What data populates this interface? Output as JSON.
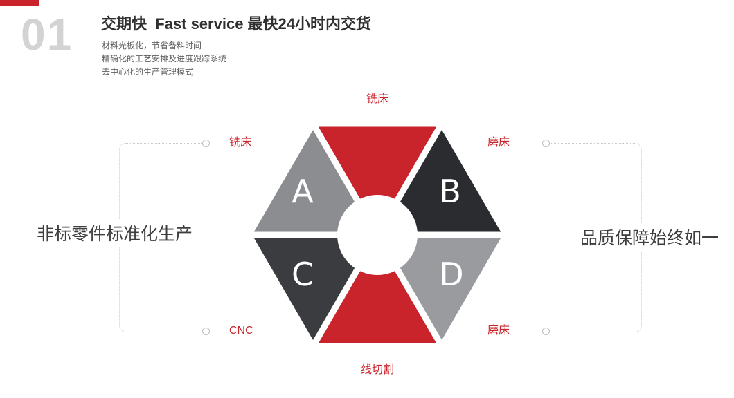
{
  "accent_color": "#c9242c",
  "header": {
    "index": "01",
    "title": "交期快  Fast service 最快24小时内交货",
    "subtitles": [
      "材料光板化，节省备料时间",
      "精确化的工艺安排及进度跟踪系统",
      "去中心化的生产管理模式"
    ]
  },
  "diagram": {
    "segments": {
      "top": {
        "label": "铣床",
        "letter": "",
        "color": "#c9242c"
      },
      "upper_left": {
        "label": "铣床",
        "letter": "A",
        "color": "#8b8d90"
      },
      "upper_right": {
        "label": "磨床",
        "letter": "B",
        "color": "#2a2c30"
      },
      "lower_left": {
        "label": "CNC",
        "letter": "C",
        "color": "#3a3c40"
      },
      "lower_right": {
        "label": "磨床",
        "letter": "D",
        "color": "#9a9b9e"
      },
      "bottom": {
        "label": "线切割",
        "letter": "",
        "color": "#c9242c"
      }
    },
    "left_caption": "非标零件标准化生产",
    "right_caption": "品质保障始终如一"
  }
}
